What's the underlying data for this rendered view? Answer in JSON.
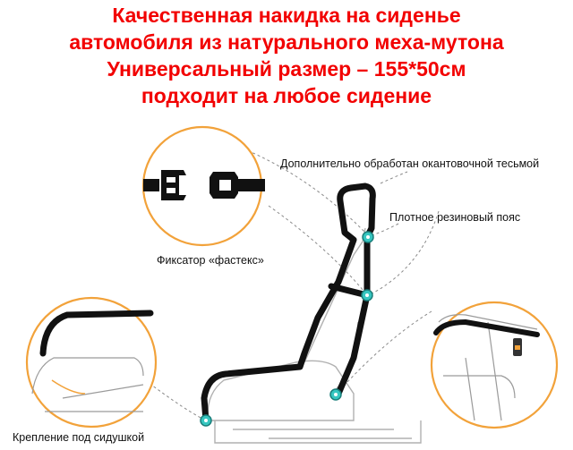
{
  "title_lines": [
    "Качественная накидка на сиденье",
    "автомобиля из натурального меха-мутона",
    "Универсальный размер – 155*50см",
    "подходит на любое сидение"
  ],
  "labels": {
    "edge_trim": "Дополнительно обработан окантовочной тесьмой",
    "elastic_belt": "Плотное резиновый пояс",
    "fastex_clip": "Фиксатор «фастекс»",
    "under_seat_mount": "Крепление под сидушкой"
  },
  "colors": {
    "title": "#f20000",
    "circle_ring": "#f2a23a",
    "marker": "#36c6c0",
    "cover_outline": "#111111"
  }
}
